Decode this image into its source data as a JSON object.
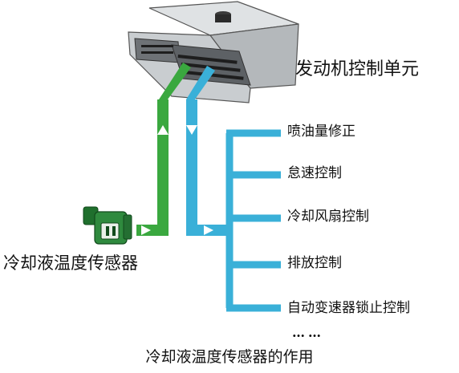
{
  "ecu": {
    "label": "发动机控制单元",
    "color": "#cfd3d6"
  },
  "sensor": {
    "label": "冷却液温度传感器",
    "color": "#2f8a3e"
  },
  "signal_lines": {
    "input_color": "#3aa83f",
    "output_color": "#3ab0d8"
  },
  "functions": [
    "喷油量修正",
    "怠速控制",
    "冷却风扇控制",
    "排放控制",
    "自动变速器锁止控制"
  ],
  "ellipsis": "……",
  "caption": "冷却液温度传感器的作用"
}
